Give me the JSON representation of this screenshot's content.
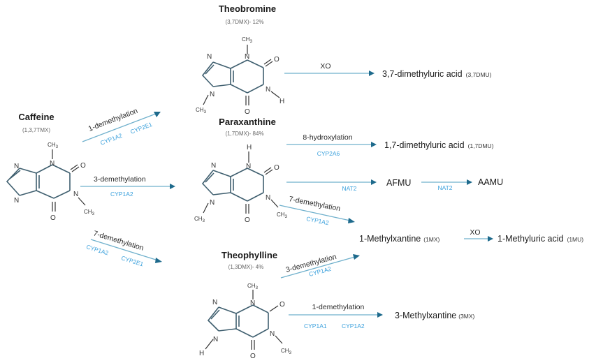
{
  "molecules": {
    "caffeine": {
      "name": "Caffeine",
      "abbr": "(1,3,7TMX)"
    },
    "theobromine": {
      "name": "Theobromine",
      "abbr": "(3,7DMX)- 12%"
    },
    "paraxanthine": {
      "name": "Paraxanthine",
      "abbr": "(1,7DMX)- 84%"
    },
    "theophylline": {
      "name": "Theophylline",
      "abbr": "(1,3DMX)- 4%"
    }
  },
  "atoms": {
    "N": "N",
    "O": "O",
    "H": "H",
    "CH3": "CH",
    "sub3": "3"
  },
  "reactions": {
    "caf_to_theo": {
      "label": "1-demethylation",
      "enzymes": [
        "CYP1A2",
        "CYP2E1"
      ]
    },
    "caf_to_para": {
      "label": "3-demethylation",
      "enzymes": [
        "CYP1A2"
      ]
    },
    "caf_to_theoph": {
      "label": "7-demethylation",
      "enzymes": [
        "CYP1A2",
        "CYP2E1"
      ]
    },
    "theo_to_37dmu": {
      "label": "XO",
      "enzymes": []
    },
    "para_to_17dmu": {
      "label": "8-hydroxylation",
      "enzymes": [
        "CYP2A6"
      ]
    },
    "para_to_afmu": {
      "label": "",
      "enzymes": [
        "NAT2"
      ]
    },
    "afmu_to_aamu": {
      "label": "",
      "enzymes": [
        "NAT2"
      ]
    },
    "para_to_1mx": {
      "label": "7-demethylation",
      "enzymes": [
        "CYP1A2"
      ]
    },
    "theoph_to_1mx": {
      "label": "3-demethylation",
      "enzymes": [
        "CYP1A2"
      ]
    },
    "mx1_to_1mu": {
      "label": "XO",
      "enzymes": []
    },
    "theoph_to_3mx": {
      "label": "1-demethylation",
      "enzymes": [
        "CYP1A1",
        "CYP1A2"
      ]
    }
  },
  "products": {
    "dmu37": {
      "name": "3,7-dimethyluric acid",
      "abbr": "(3,7DMU)"
    },
    "dmu17": {
      "name": "1,7-dimethyluric acid",
      "abbr": "(1,7DMU)"
    },
    "afmu": {
      "name": "AFMU",
      "abbr": ""
    },
    "aamu": {
      "name": "AAMU",
      "abbr": ""
    },
    "mx1": {
      "name": "1-Methylxantine",
      "abbr": "(1MX)"
    },
    "mu1": {
      "name": "1-Methyluric acid",
      "abbr": "(1MU)"
    },
    "mx3": {
      "name": "3-Methylxantine",
      "abbr": "(3MX)"
    }
  },
  "colors": {
    "bond": "#3f5f6f",
    "arrow_line": "#6fb0cc",
    "arrow_head": "#1e6a8c",
    "enzyme_text": "#3aa0dc"
  }
}
